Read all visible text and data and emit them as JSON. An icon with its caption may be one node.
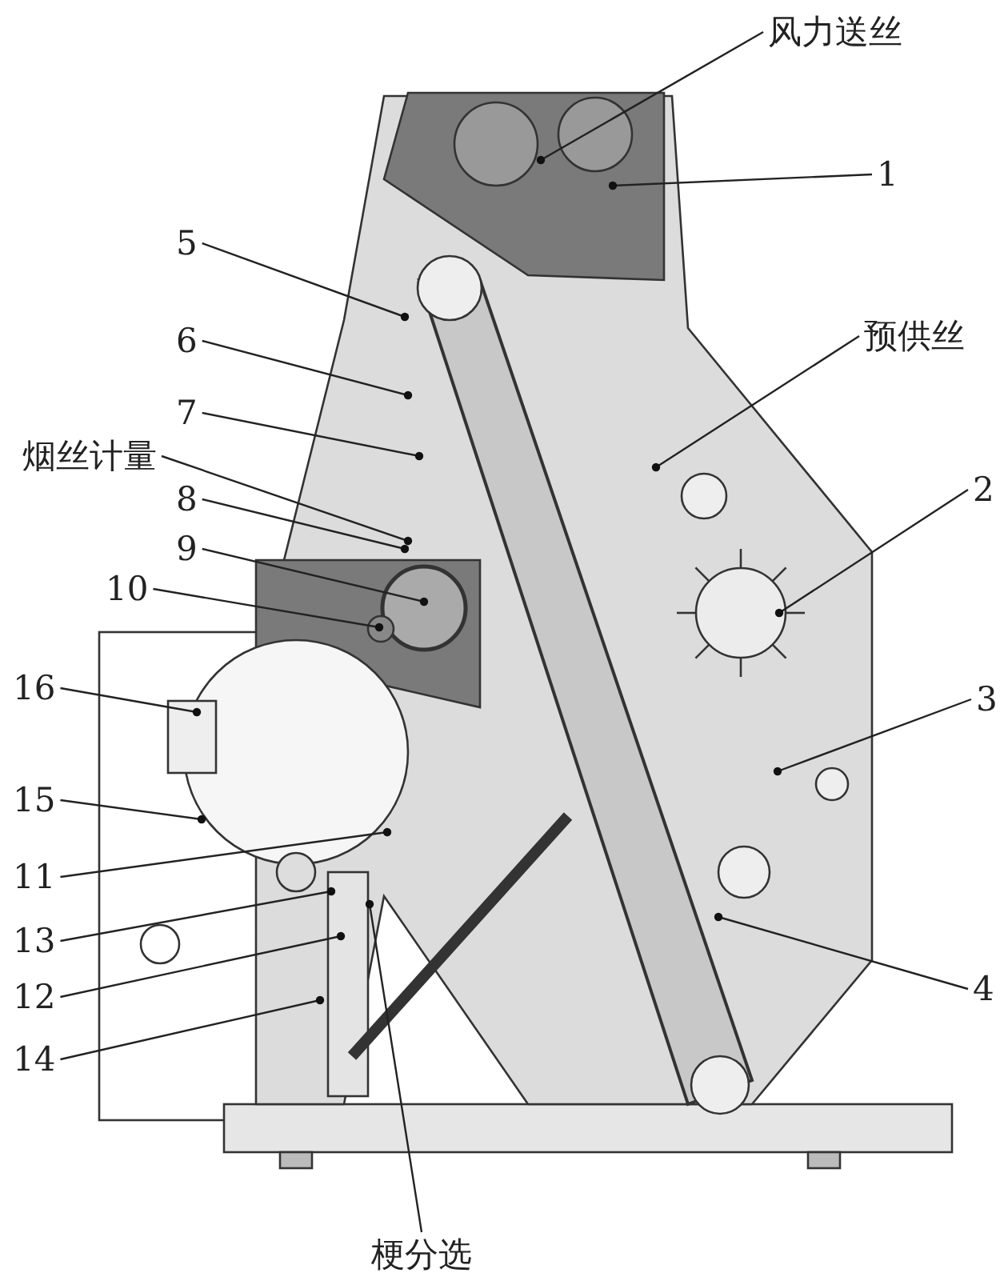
{
  "diagram": {
    "nodes": [
      {
        "text": [
          "风力送丝"
        ]
      },
      {
        "text": [
          "1"
        ]
      },
      {
        "text": [
          "5"
        ]
      },
      {
        "text": [
          "预供丝"
        ]
      },
      {
        "text": [
          "6"
        ]
      },
      {
        "text": [
          "7"
        ]
      },
      {
        "text": [
          "烟丝计量"
        ]
      },
      {
        "text": [
          "8"
        ]
      },
      {
        "text": [
          "2"
        ]
      },
      {
        "text": [
          "9"
        ]
      },
      {
        "text": [
          "10"
        ]
      },
      {
        "text": [
          "16"
        ]
      },
      {
        "text": [
          "3"
        ]
      },
      {
        "text": [
          "15"
        ]
      },
      {
        "text": [
          "11"
        ]
      },
      {
        "text": [
          "13"
        ]
      },
      {
        "text": [
          "12"
        ]
      },
      {
        "text": [
          "4"
        ]
      },
      {
        "text": [
          "14"
        ]
      },
      {
        "text": [
          "梗分选"
        ]
      }
    ],
    "edges": [
      {
        "from": 0,
        "to": null,
        "arrow": "other"
      },
      {
        "from": 1,
        "to": null,
        "arrow": "other"
      },
      {
        "from": 2,
        "to": null,
        "arrow": "other"
      },
      {
        "from": 3,
        "to": null,
        "arrow": "other"
      },
      {
        "from": 4,
        "to": null,
        "arrow": "other"
      },
      {
        "from": 5,
        "to": null,
        "arrow": "other"
      },
      {
        "from": 6,
        "to": null,
        "arrow": "other"
      },
      {
        "from": 7,
        "to": null,
        "arrow": "other"
      },
      {
        "from": 8,
        "to": null,
        "arrow": "other"
      },
      {
        "from": 9,
        "to": null,
        "arrow": "other"
      },
      {
        "from": 10,
        "to": null,
        "arrow": "other"
      },
      {
        "from": 11,
        "to": null,
        "arrow": "other"
      },
      {
        "from": 12,
        "to": null,
        "arrow": "other"
      },
      {
        "from": 13,
        "to": null,
        "arrow": "other"
      },
      {
        "from": 14,
        "to": null,
        "arrow": "other"
      },
      {
        "from": 15,
        "to": null,
        "arrow": "other"
      },
      {
        "from": 16,
        "to": null,
        "arrow": "other"
      },
      {
        "from": 17,
        "to": null,
        "arrow": "other"
      },
      {
        "from": 18,
        "to": null,
        "arrow": "other"
      },
      {
        "from": 19,
        "to": null,
        "arrow": "other"
      }
    ]
  }
}
